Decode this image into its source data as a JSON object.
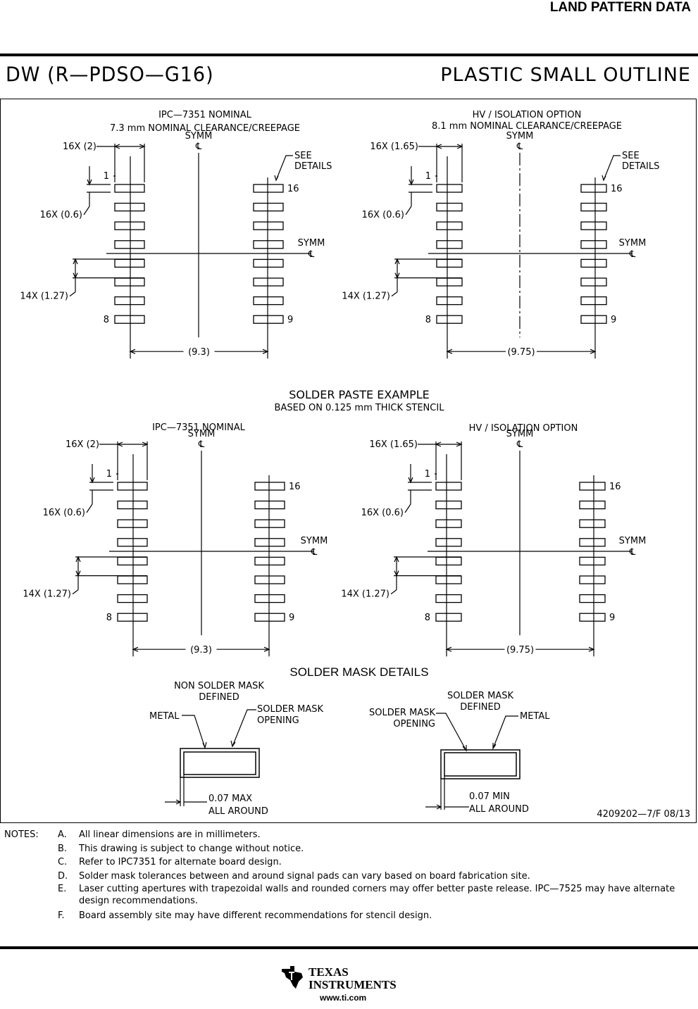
{
  "header": {
    "title": "LAND PATTERN DATA",
    "package_code": "DW (R—PDSO—G16)",
    "package_desc": "PLASTIC SMALL OUTLINE"
  },
  "land_pattern": {
    "left": {
      "title_line1": "IPC—7351 NOMINAL",
      "title_line2": "7.3 mm NOMINAL CLEARANCE/CREEPAGE",
      "pad_width": "16X (2)",
      "pad_height": "16X (0.6)",
      "pitch": "14X (1.27)",
      "span": "(9.3)",
      "see_details_1": "SEE",
      "see_details_2": "DETAILS"
    },
    "right": {
      "title_line1": "HV / ISOLATION OPTION",
      "title_line2": "8.1 mm NOMINAL CLEARANCE/CREEPAGE",
      "pad_width": "16X (1.65)",
      "pad_height": "16X (0.6)",
      "pitch": "14X (1.27)",
      "span": "(9.75)",
      "see_details_1": "SEE",
      "see_details_2": "DETAILS"
    },
    "pin_labels": {
      "p1": "1",
      "p8": "8",
      "p9": "9",
      "p16": "16"
    },
    "symm": "SYMM",
    "centerline": "℄"
  },
  "solder_paste": {
    "title": "SOLDER PASTE EXAMPLE",
    "subtitle": "BASED ON 0.125 mm THICK STENCIL",
    "left": {
      "title": "IPC—7351 NOMINAL",
      "pad_width": "16X (2)",
      "pad_height": "16X (0.6)",
      "pitch": "14X (1.27)",
      "span": "(9.3)"
    },
    "right": {
      "title": "HV / ISOLATION OPTION",
      "pad_width": "16X (1.65)",
      "pad_height": "16X (0.6)",
      "pitch": "14X (1.27)",
      "span": "(9.75)"
    }
  },
  "solder_mask": {
    "title": "SOLDER MASK DETAILS",
    "nsmd_title_1": "NON SOLDER MASK",
    "nsmd_title_2": "DEFINED",
    "nsmd_metal": "METAL",
    "nsmd_opening_1": "SOLDER MASK",
    "nsmd_opening_2": "OPENING",
    "nsmd_dim_1": "0.07 MAX",
    "nsmd_dim_2": "ALL AROUND",
    "smd_title_1": "SOLDER MASK",
    "smd_title_2": "DEFINED",
    "smd_opening_1": "SOLDER MASK",
    "smd_opening_2": "OPENING",
    "smd_metal": "METAL",
    "smd_dim_1": "0.07 MIN",
    "smd_dim_2": "ALL AROUND"
  },
  "doc_number": "4209202—7/F   08/13",
  "notes": {
    "heading": "NOTES:",
    "items": [
      {
        "letter": "A.",
        "text": "All linear dimensions are in millimeters."
      },
      {
        "letter": "B.",
        "text": "This drawing is subject to change without notice."
      },
      {
        "letter": "C.",
        "text": "Refer to IPC7351 for alternate board design."
      },
      {
        "letter": "D.",
        "text": "Solder mask tolerances between and around signal pads can vary based on board fabrication site."
      },
      {
        "letter": "E.",
        "text": "Laser cutting apertures with trapezoidal walls and rounded corners may offer better paste release. IPC—7525 may have alternate design recommendations."
      },
      {
        "letter": "F.",
        "text": "Board assembly site may have different recommendations for stencil design."
      }
    ]
  },
  "footer": {
    "brand_line1": "Texas",
    "brand_line2": "Instruments",
    "url": "www.ti.com"
  }
}
